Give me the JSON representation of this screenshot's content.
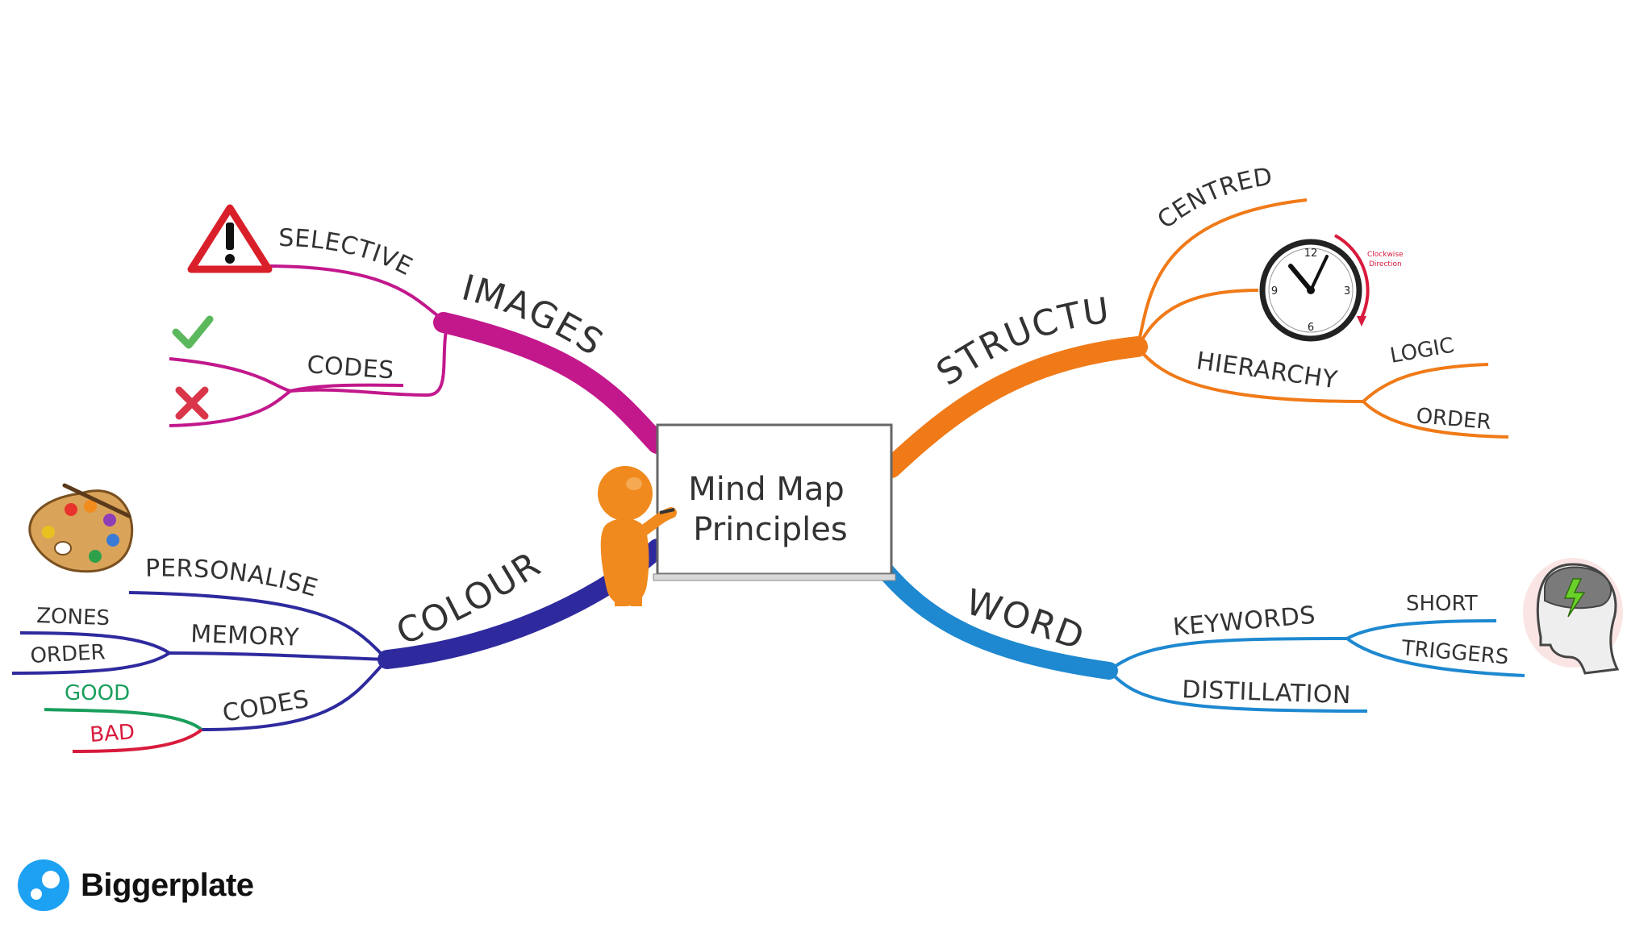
{
  "center": {
    "line1": "Mind Map",
    "line2": "Principles"
  },
  "branches": {
    "images": {
      "label": "IMAGES",
      "color": "#c2188c",
      "selective": "SELECTIVE",
      "codes": "CODES"
    },
    "colour": {
      "label": "COLOUR",
      "color": "#2e2a9e",
      "personalise": "PERSONALISE",
      "memory": "MEMORY",
      "zones": "ZONES",
      "order": "ORDER",
      "codes": "CODES",
      "good": "GOOD",
      "bad": "BAD",
      "good_color": "#1a9e5c",
      "bad_color": "#d81b3c"
    },
    "structure": {
      "label": "STRUCTURE",
      "color": "#f07a18",
      "centred": "CENTRED",
      "hierarchy": "HIERARCHY",
      "logic": "LOGIC",
      "order": "ORDER",
      "clock_note_1": "Clockwise",
      "clock_note_2": "Direction"
    },
    "words": {
      "label": "WORDS",
      "color": "#1e88d0",
      "keywords": "KEYWORDS",
      "short": "SHORT",
      "triggers": "TRIGGERS",
      "distillation": "DISTILLATION"
    }
  },
  "icons": [
    "warning-icon",
    "check-icon",
    "cross-icon",
    "palette-icon",
    "clock-icon",
    "head-icon",
    "figure-icon"
  ],
  "brand": {
    "name": "Biggerplate",
    "color": "#1da1f2"
  }
}
